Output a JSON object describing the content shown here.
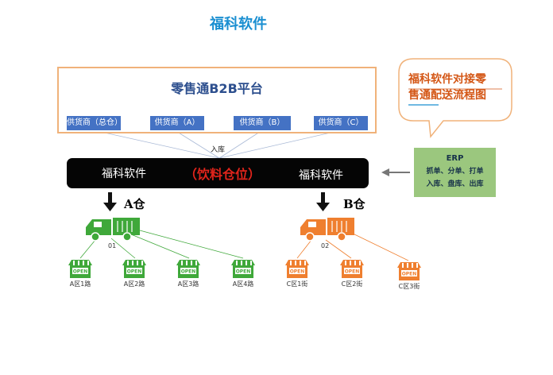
{
  "title": "福科软件",
  "platform": {
    "title": "零售通B2B平台",
    "suppliers": [
      "供货商（总仓）",
      "供货商（A）",
      "供货商（B）",
      "供货商（C）"
    ]
  },
  "inbound_label": "入库",
  "main_bar": {
    "left": "福科软件",
    "center": "（饮料仓位）",
    "right": "福科软件"
  },
  "callout": {
    "line1": "福科软件对接零",
    "line2": "售通配送流程图"
  },
  "erp": {
    "title": "ERP",
    "line1": "抓单、分单、打单",
    "line2": "入库、盘库、出库"
  },
  "warehouses": [
    {
      "label": "A仓",
      "truck_number": "01",
      "color": "#3fa83a",
      "stores": [
        "A区1路",
        "A区2路",
        "A区3路",
        "A区4路"
      ]
    },
    {
      "label": "B仓",
      "truck_number": "02",
      "color": "#ef7f2f",
      "stores": [
        "C区1街",
        "C区2街",
        "C区3街"
      ]
    }
  ],
  "store_sign": "OPEN"
}
